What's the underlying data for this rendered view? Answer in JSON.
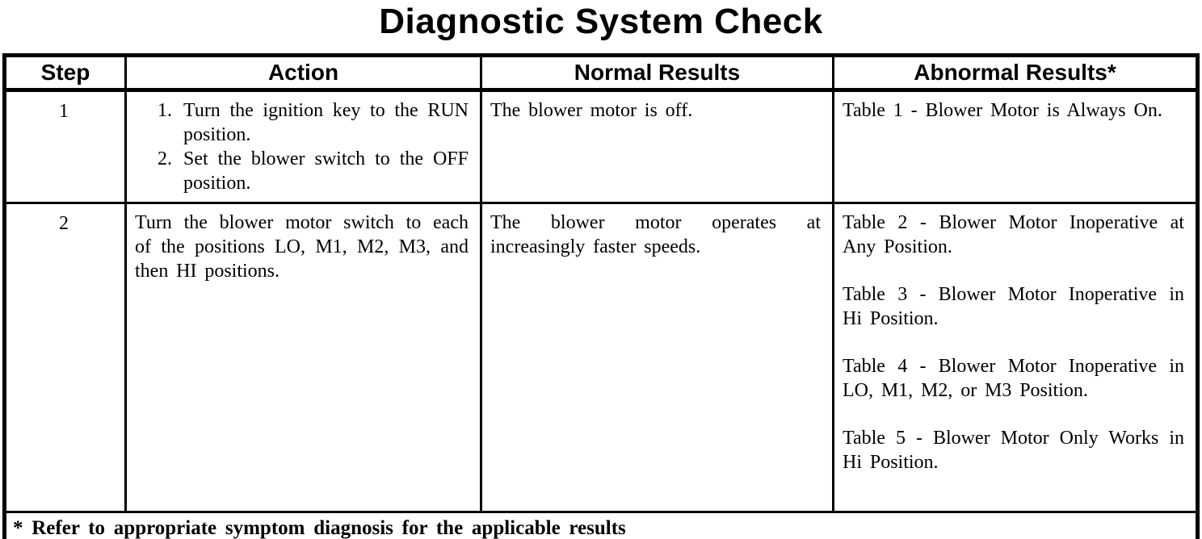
{
  "title": "Diagnostic System Check",
  "colors": {
    "ink": "#000000",
    "paper": "#ffffff"
  },
  "table": {
    "headers": {
      "step": "Step",
      "action": "Action",
      "normal": "Normal Results",
      "abnormal": "Abnormal Results*"
    },
    "rows": [
      {
        "step": "1",
        "action_items": [
          {
            "num": "1.",
            "text": "Turn the ignition key to the RUN position."
          },
          {
            "num": "2.",
            "text": "Set the blower switch to the OFF position."
          }
        ],
        "normal": "The blower motor is off.",
        "abnormal": [
          "Table 1 - Blower Motor is Always On."
        ]
      },
      {
        "step": "2",
        "action": "Turn the blower motor switch to each of the positions LO, M1, M2, M3, and then HI positions.",
        "normal": "The blower motor operates at increasingly faster speeds.",
        "abnormal": [
          "Table 2 - Blower Motor Inoperative at Any Position.",
          "Table 3 - Blower Motor Inoperative in Hi Position.",
          "Table 4 - Blower Motor Inoperative in LO, M1, M2, or M3 Position.",
          "Table 5 - Blower Motor Only Works in Hi Position."
        ]
      }
    ],
    "footnote": "* Refer to appropriate symptom diagnosis for the applicable results"
  }
}
